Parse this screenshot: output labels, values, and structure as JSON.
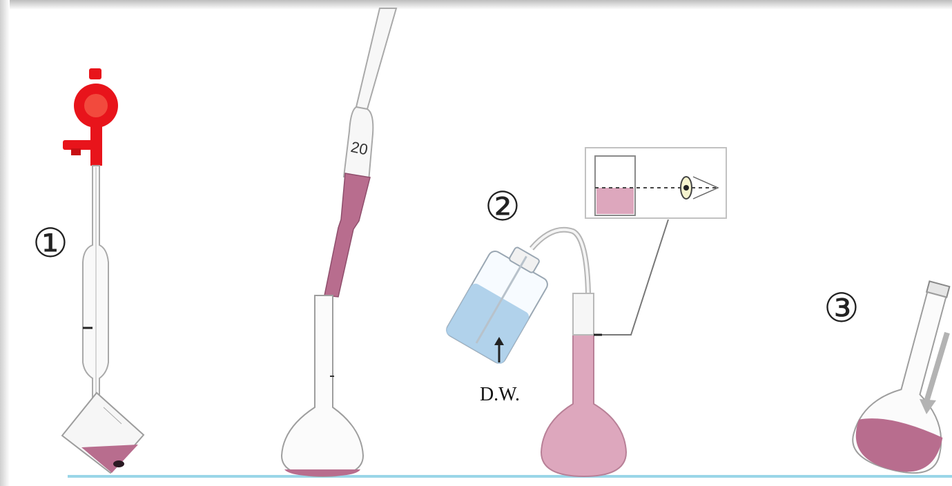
{
  "steps": [
    {
      "marker": "①",
      "label": ""
    },
    {
      "marker": "②",
      "label": ""
    },
    {
      "marker": "③",
      "label": ""
    }
  ],
  "labels": {
    "pipette_volume": "20",
    "distilled_water": "D.W."
  },
  "colors": {
    "solution": "#b86d8e",
    "solution_light": "#dda7bd",
    "pipette_filler": "#e8141b",
    "water": "#a9cde9",
    "bench_line": "#9ad6e8",
    "frame_shadow": "#c9c9c9"
  }
}
